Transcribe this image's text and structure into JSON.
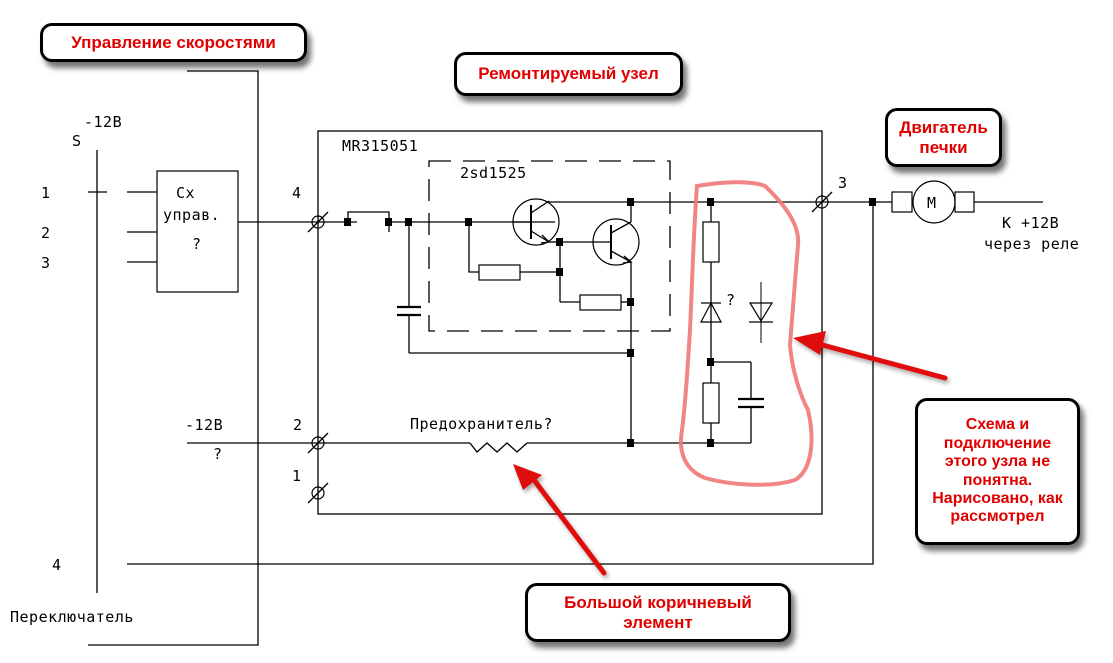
{
  "callouts": {
    "speed_control": "Управление скоростями",
    "repaired_unit": "Ремонтируемый узел",
    "heater_motor": "Двигатель печки",
    "unclear_scheme": "Схема и подключение этого узла не понятна. Нарисовано, как рассмотрел",
    "big_brown_element": "Большой коричневый элемент"
  },
  "labels": {
    "switch_letter": "S",
    "switch_voltage": "-12В",
    "switch_name": "Переключатель",
    "switch_pin_1": "1",
    "switch_pin_2": "2",
    "switch_pin_3": "3",
    "switch_pin_4": "4",
    "control_block_line1": "Сх",
    "control_block_line2": "управ.",
    "control_block_line3": "?",
    "module_name": "MR315051",
    "transistor_name": "2sd1525",
    "terminal_4": "4",
    "terminal_3": "3",
    "terminal_2": "2",
    "terminal_1": "1",
    "minus_12v": "-12В",
    "minus_12v_question": "?",
    "fuse_label": "Предохранитель?",
    "zener_question": "?",
    "motor_symbol": "M",
    "to_plus_12v": "К +12В",
    "via_relay": "через реле"
  },
  "colors": {
    "callout_text": "#e00000",
    "highlight_outline": "#f07878",
    "arrow": "#e01010"
  }
}
